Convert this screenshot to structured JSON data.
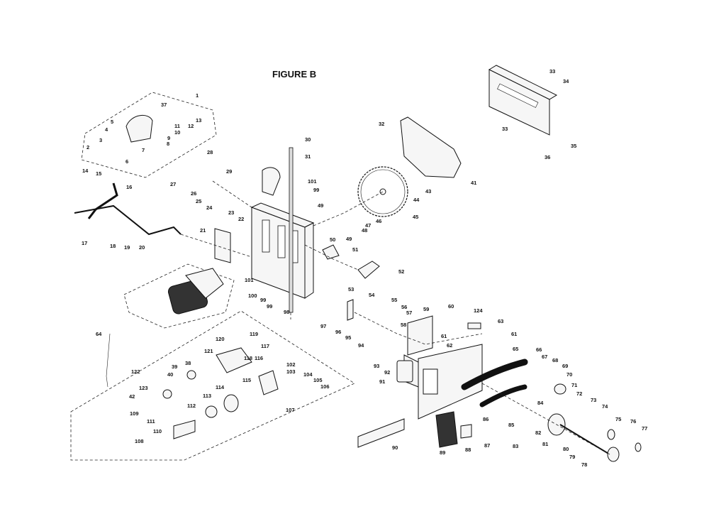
{
  "figure_title": "FIGURE B",
  "part_labels": [
    {
      "id": "p1",
      "text": "1"
    },
    {
      "id": "p2",
      "text": "2"
    },
    {
      "id": "p3",
      "text": "3"
    },
    {
      "id": "p4",
      "text": "4"
    },
    {
      "id": "p5",
      "text": "5"
    },
    {
      "id": "p6",
      "text": "6"
    },
    {
      "id": "p7",
      "text": "7"
    },
    {
      "id": "p8",
      "text": "8"
    },
    {
      "id": "p9",
      "text": "9"
    },
    {
      "id": "p10",
      "text": "10"
    },
    {
      "id": "p11",
      "text": "11"
    },
    {
      "id": "p12",
      "text": "12"
    },
    {
      "id": "p13",
      "text": "13"
    },
    {
      "id": "p14",
      "text": "14"
    },
    {
      "id": "p15",
      "text": "15"
    },
    {
      "id": "p16",
      "text": "16"
    },
    {
      "id": "p17",
      "text": "17"
    },
    {
      "id": "p18",
      "text": "18"
    },
    {
      "id": "p19",
      "text": "19"
    },
    {
      "id": "p20",
      "text": "20"
    },
    {
      "id": "p21",
      "text": "21"
    },
    {
      "id": "p22",
      "text": "22"
    },
    {
      "id": "p23",
      "text": "23"
    },
    {
      "id": "p24",
      "text": "24"
    },
    {
      "id": "p25",
      "text": "25"
    },
    {
      "id": "p26",
      "text": "26"
    },
    {
      "id": "p27",
      "text": "27"
    },
    {
      "id": "p28",
      "text": "28"
    },
    {
      "id": "p29",
      "text": "29"
    },
    {
      "id": "p30",
      "text": "30"
    },
    {
      "id": "p31",
      "text": "31"
    },
    {
      "id": "p32",
      "text": "32"
    },
    {
      "id": "p33a",
      "text": "33"
    },
    {
      "id": "p33b",
      "text": "33"
    },
    {
      "id": "p34",
      "text": "34"
    },
    {
      "id": "p35",
      "text": "35"
    },
    {
      "id": "p36",
      "text": "36"
    },
    {
      "id": "p37",
      "text": "37"
    },
    {
      "id": "p38",
      "text": "38"
    },
    {
      "id": "p39",
      "text": "39"
    },
    {
      "id": "p40",
      "text": "40"
    },
    {
      "id": "p41",
      "text": "41"
    },
    {
      "id": "p42",
      "text": "42"
    },
    {
      "id": "p43",
      "text": "43"
    },
    {
      "id": "p44",
      "text": "44"
    },
    {
      "id": "p45",
      "text": "45"
    },
    {
      "id": "p46",
      "text": "46"
    },
    {
      "id": "p47",
      "text": "47"
    },
    {
      "id": "p48",
      "text": "48"
    },
    {
      "id": "p49a",
      "text": "49"
    },
    {
      "id": "p49b",
      "text": "49"
    },
    {
      "id": "p50",
      "text": "50"
    },
    {
      "id": "p51",
      "text": "51"
    },
    {
      "id": "p52",
      "text": "52"
    },
    {
      "id": "p53",
      "text": "53"
    },
    {
      "id": "p54",
      "text": "54"
    },
    {
      "id": "p55",
      "text": "55"
    },
    {
      "id": "p56",
      "text": "56"
    },
    {
      "id": "p57",
      "text": "57"
    },
    {
      "id": "p58",
      "text": "58"
    },
    {
      "id": "p59",
      "text": "59"
    },
    {
      "id": "p60",
      "text": "60"
    },
    {
      "id": "p61a",
      "text": "61"
    },
    {
      "id": "p61b",
      "text": "61"
    },
    {
      "id": "p62",
      "text": "62"
    },
    {
      "id": "p63",
      "text": "63"
    },
    {
      "id": "p64",
      "text": "64"
    },
    {
      "id": "p65",
      "text": "65"
    },
    {
      "id": "p66",
      "text": "66"
    },
    {
      "id": "p67",
      "text": "67"
    },
    {
      "id": "p68",
      "text": "68"
    },
    {
      "id": "p69",
      "text": "69"
    },
    {
      "id": "p70",
      "text": "70"
    },
    {
      "id": "p71",
      "text": "71"
    },
    {
      "id": "p72",
      "text": "72"
    },
    {
      "id": "p73",
      "text": "73"
    },
    {
      "id": "p74",
      "text": "74"
    },
    {
      "id": "p75",
      "text": "75"
    },
    {
      "id": "p76",
      "text": "76"
    },
    {
      "id": "p77",
      "text": "77"
    },
    {
      "id": "p78",
      "text": "78"
    },
    {
      "id": "p79",
      "text": "79"
    },
    {
      "id": "p80",
      "text": "80"
    },
    {
      "id": "p81",
      "text": "81"
    },
    {
      "id": "p82",
      "text": "82"
    },
    {
      "id": "p83",
      "text": "83"
    },
    {
      "id": "p84",
      "text": "84"
    },
    {
      "id": "p85",
      "text": "85"
    },
    {
      "id": "p86",
      "text": "86"
    },
    {
      "id": "p87",
      "text": "87"
    },
    {
      "id": "p88",
      "text": "88"
    },
    {
      "id": "p89",
      "text": "89"
    },
    {
      "id": "p90",
      "text": "90"
    },
    {
      "id": "p91",
      "text": "91"
    },
    {
      "id": "p92",
      "text": "92"
    },
    {
      "id": "p93",
      "text": "93"
    },
    {
      "id": "p94",
      "text": "94"
    },
    {
      "id": "p95",
      "text": "95"
    },
    {
      "id": "p96",
      "text": "96"
    },
    {
      "id": "p97",
      "text": "97"
    },
    {
      "id": "p98",
      "text": "98"
    },
    {
      "id": "p99a",
      "text": "99"
    },
    {
      "id": "p99b",
      "text": "99"
    },
    {
      "id": "p99c",
      "text": "99"
    },
    {
      "id": "p100",
      "text": "100"
    },
    {
      "id": "p101a",
      "text": "101"
    },
    {
      "id": "p101b",
      "text": "101"
    },
    {
      "id": "p102",
      "text": "102"
    },
    {
      "id": "p103",
      "text": "103"
    },
    {
      "id": "p104",
      "text": "104"
    },
    {
      "id": "p105",
      "text": "105"
    },
    {
      "id": "p106",
      "text": "106"
    },
    {
      "id": "p107",
      "text": "107"
    },
    {
      "id": "p108",
      "text": "108"
    },
    {
      "id": "p109",
      "text": "109"
    },
    {
      "id": "p110",
      "text": "110"
    },
    {
      "id": "p111",
      "text": "111"
    },
    {
      "id": "p112",
      "text": "112"
    },
    {
      "id": "p113",
      "text": "113"
    },
    {
      "id": "p114",
      "text": "114"
    },
    {
      "id": "p115",
      "text": "115"
    },
    {
      "id": "p116",
      "text": "116"
    },
    {
      "id": "p117",
      "text": "117"
    },
    {
      "id": "p118",
      "text": "118"
    },
    {
      "id": "p119",
      "text": "119"
    },
    {
      "id": "p120",
      "text": "120"
    },
    {
      "id": "p121",
      "text": "121"
    },
    {
      "id": "p122",
      "text": "122"
    },
    {
      "id": "p123",
      "text": "123"
    },
    {
      "id": "p124",
      "text": "124"
    }
  ]
}
